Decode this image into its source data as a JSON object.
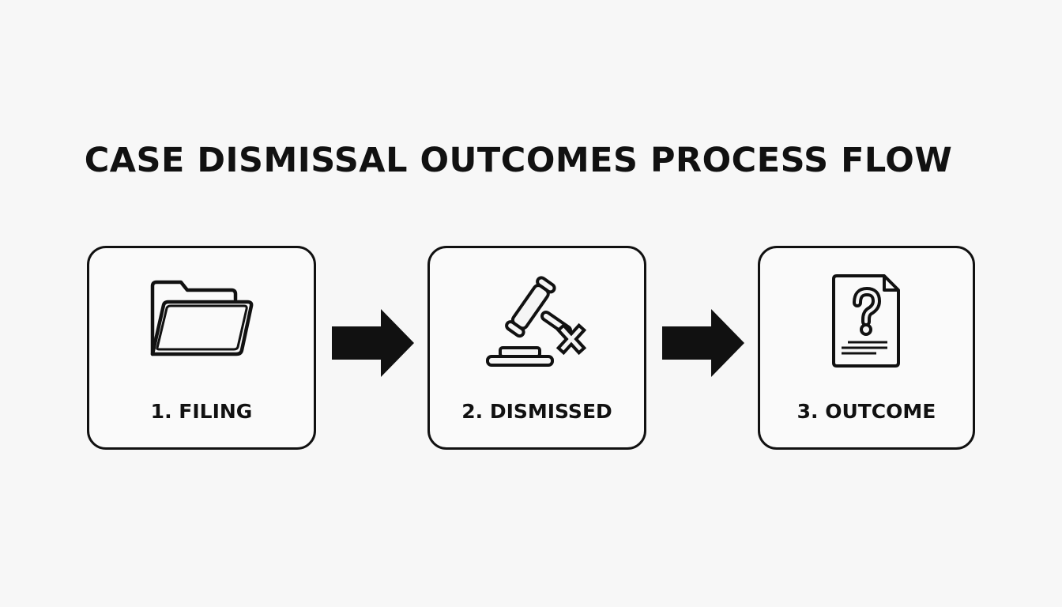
{
  "title": "CASE DISMISSAL OUTCOMES PROCESS FLOW",
  "colors": {
    "stroke": "#111111",
    "background": "#f7f7f7"
  },
  "steps": [
    {
      "label": "1. FILING",
      "icon": "folder-icon"
    },
    {
      "label": "2. DISMISSED",
      "icon": "gavel-x-icon"
    },
    {
      "label": "3. OUTCOME",
      "icon": "document-question-icon"
    }
  ],
  "connectors": [
    {
      "from": "1. FILING",
      "to": "2. DISMISSED",
      "icon": "arrow-right-icon"
    },
    {
      "from": "2. DISMISSED",
      "to": "3. OUTCOME",
      "icon": "arrow-right-icon"
    }
  ]
}
